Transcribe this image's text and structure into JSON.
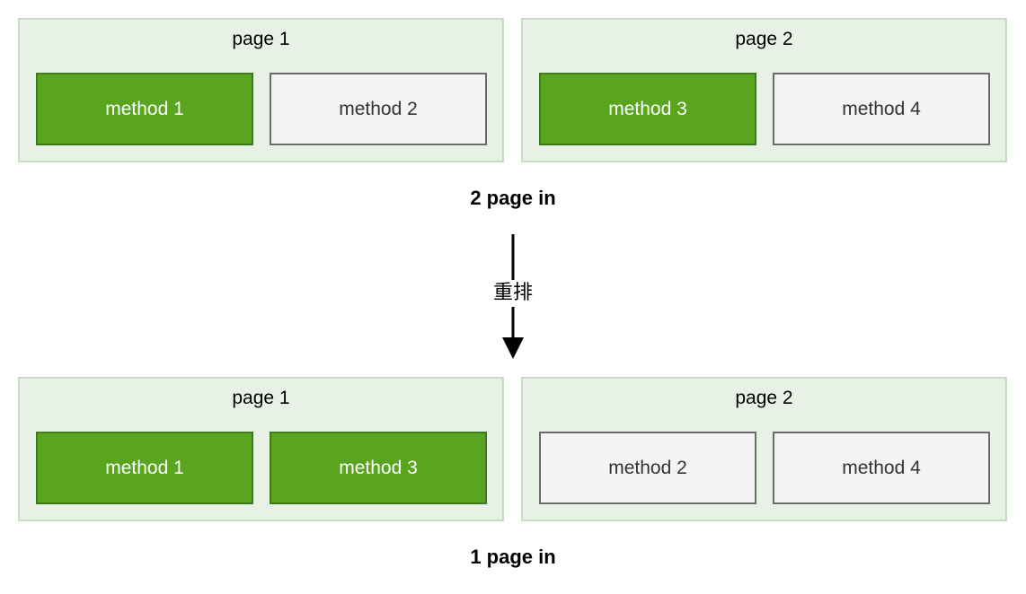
{
  "before": {
    "pages": [
      {
        "title": "page 1",
        "methods": [
          {
            "label": "method 1",
            "state": "on"
          },
          {
            "label": "method 2",
            "state": "off"
          }
        ]
      },
      {
        "title": "page 2",
        "methods": [
          {
            "label": "method 3",
            "state": "on"
          },
          {
            "label": "method 4",
            "state": "off"
          }
        ]
      }
    ],
    "caption": "2 page in"
  },
  "transition": {
    "label": "重排"
  },
  "after": {
    "pages": [
      {
        "title": "page 1",
        "methods": [
          {
            "label": "method 1",
            "state": "on"
          },
          {
            "label": "method 3",
            "state": "on"
          }
        ]
      },
      {
        "title": "page 2",
        "methods": [
          {
            "label": "method 2",
            "state": "off"
          },
          {
            "label": "method 4",
            "state": "off"
          }
        ]
      }
    ],
    "caption": "1 page in"
  },
  "colors": {
    "active_method": "#5aa51f",
    "inactive_method": "#f4f4f4",
    "page_background": "#e8f1e5",
    "page_border": "#c4dfbf"
  }
}
